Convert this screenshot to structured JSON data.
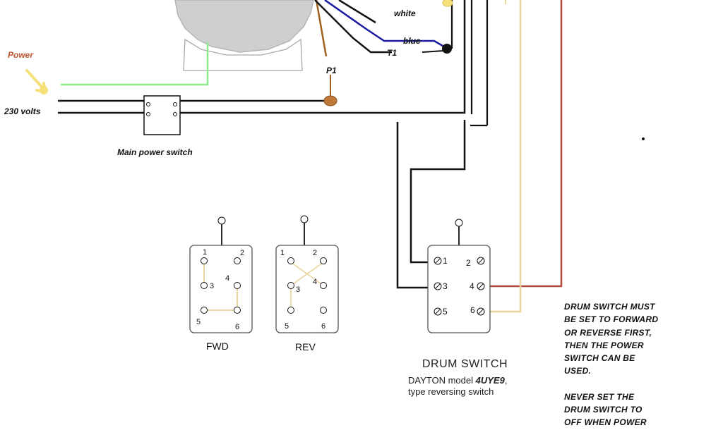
{
  "labels": {
    "power": "Power",
    "voltage": "230 volts",
    "main_switch": "Main power switch",
    "white": "white",
    "blue": "blue",
    "t1": "T1",
    "p1": "P1",
    "fwd": "FWD",
    "rev": "REV"
  },
  "drum_switch": {
    "title": "DRUM SWITCH",
    "model_prefix": "DAYTON model ",
    "model": "4UYE9",
    "model_suffix": ",",
    "type": "type reversing switch",
    "terminals": [
      "1",
      "2",
      "3",
      "4",
      "5",
      "6"
    ]
  },
  "fwd_terminals": [
    "1",
    "2",
    "3",
    "4",
    "5",
    "6"
  ],
  "rev_terminals": [
    "1",
    "2",
    "3",
    "4",
    "5",
    "6"
  ],
  "warning": {
    "line1": "DRUM SWITCH MUST\nBE SET TO FORWARD\nOR REVERSE FIRST,\nTHEN THE POWER\nSWITCH CAN BE\nUSED.",
    "line2": "NEVER SET THE\nDRUM SWITCH TO\nOFF WHEN POWER"
  },
  "colors": {
    "wire_black": "#111111",
    "wire_blue": "#1a1aa0",
    "wire_green": "#8ee88e",
    "wire_red": "#b04a3c",
    "wire_tan": "#e8d49a",
    "wire_brown": "#a06020",
    "motor_gray": "#cfcfcf",
    "arrow_yellow": "#f5e07a"
  }
}
